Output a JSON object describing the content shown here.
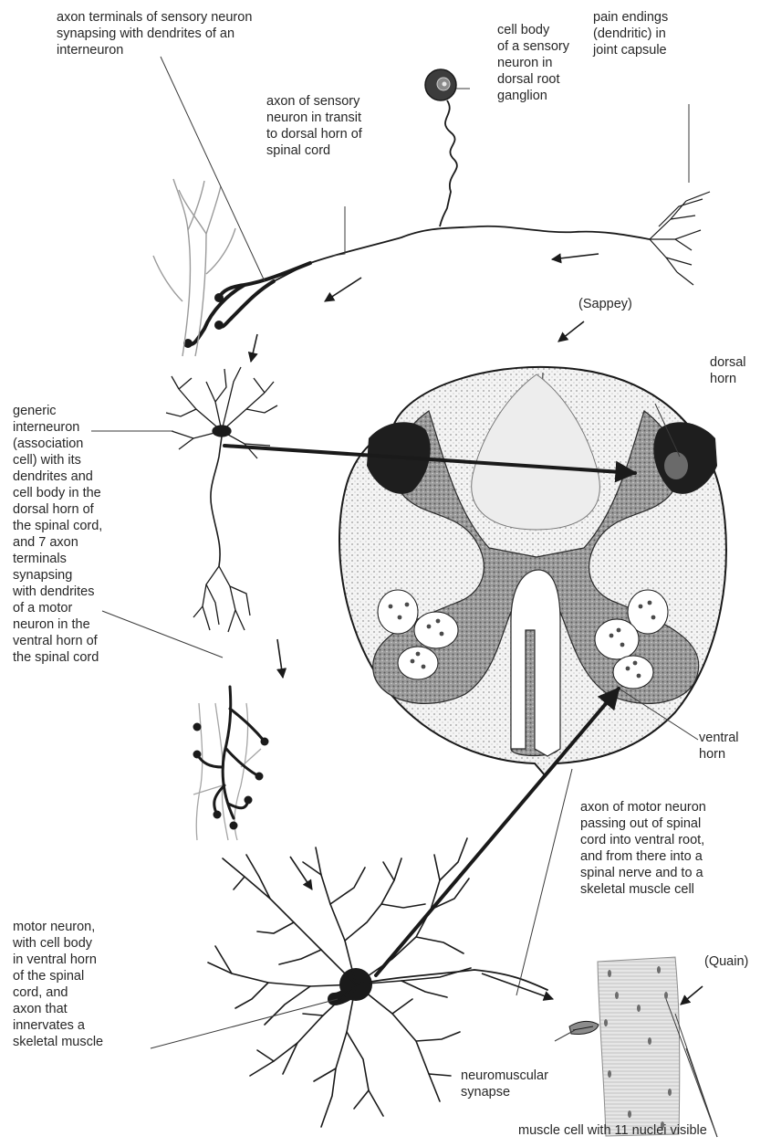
{
  "labels": {
    "sensory_terminals": "axon terminals of sensory neuron\nsynapsing with dendrites of an\ninterneuron",
    "cell_body_sensory": "cell body\nof a sensory\nneuron in\ndorsal root\nganglion",
    "pain_endings": "pain endings\n(dendritic) in\njoint capsule",
    "sensory_axon": "axon of sensory\nneuron in transit\nto dorsal horn of\nspinal cord",
    "sappey": "(Sappey)",
    "dorsal_horn": "dorsal\nhorn",
    "interneuron": "generic\ninterneuron\n(association\ncell) with its\ndendrites and\ncell body in the\ndorsal horn of\nthe spinal cord,\nand 7 axon\nterminals\nsynapsing\nwith dendrites\nof a motor\nneuron in the\nventral horn of\nthe spinal cord",
    "ventral_horn": "ventral\nhorn",
    "motor_axon": "axon of motor neuron\npassing out of spinal\ncord into ventral root,\nand from there into a\nspinal nerve and to a\nskeletal muscle cell",
    "motor_neuron": "motor neuron,\nwith cell body\nin ventral horn\nof the spinal\ncord, and\naxon that\ninnervates a\nskeletal muscle",
    "quain": "(Quain)",
    "nm_synapse": "neuromuscular\nsynapse",
    "muscle_cell": "muscle cell with 11 nuclei visible"
  },
  "colors": {
    "ink": "#1a1a1a",
    "text": "#262626",
    "gray_matter": "#8f8f8f",
    "white_matter": "#efefef"
  }
}
